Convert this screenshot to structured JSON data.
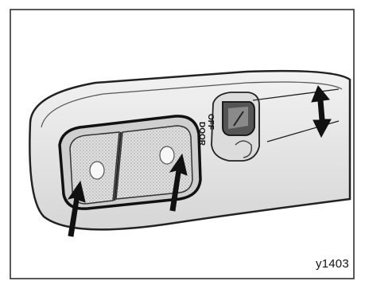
{
  "figure": {
    "switch_labels": {
      "door": "DOOR",
      "off": "OFF"
    },
    "code": "y1403"
  }
}
